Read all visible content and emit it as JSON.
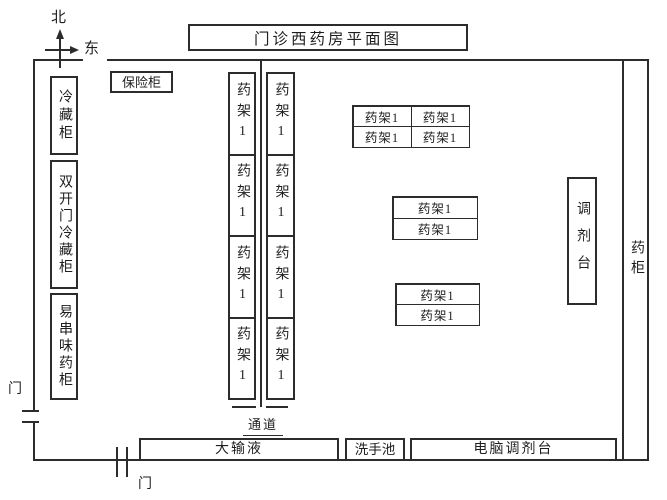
{
  "diagram": {
    "title": "门诊西药房平面图",
    "compass": {
      "north_label": "北",
      "east_label": "东"
    },
    "labels": {
      "shelf": "药架1",
      "aisle": "通道",
      "door_left": "门",
      "door_bottom": "门"
    },
    "left_side": {
      "safe_label": "保险柜",
      "cabinets": [
        "冷藏柜",
        "双开门冷藏柜",
        "易串味药柜"
      ]
    },
    "shelf_columns": {
      "count": 2,
      "cells_each": 4,
      "cell_label": "药架1"
    },
    "shelf_clusters": [
      {
        "layout": "2x2",
        "cell_label": "药架1"
      },
      {
        "layout": "2x1",
        "cell_label": "药架1"
      },
      {
        "layout": "2x1",
        "cell_label": "药架1"
      }
    ],
    "right_side": {
      "dispensing_label": "调剂台",
      "cabinet_label": "药柜"
    },
    "bottom_row": {
      "infusion_label": "大输液",
      "sink_label": "洗手池",
      "computer_label": "电脑调剂台"
    },
    "colors": {
      "line": "#2c2c2c",
      "background": "#ffffff"
    }
  }
}
